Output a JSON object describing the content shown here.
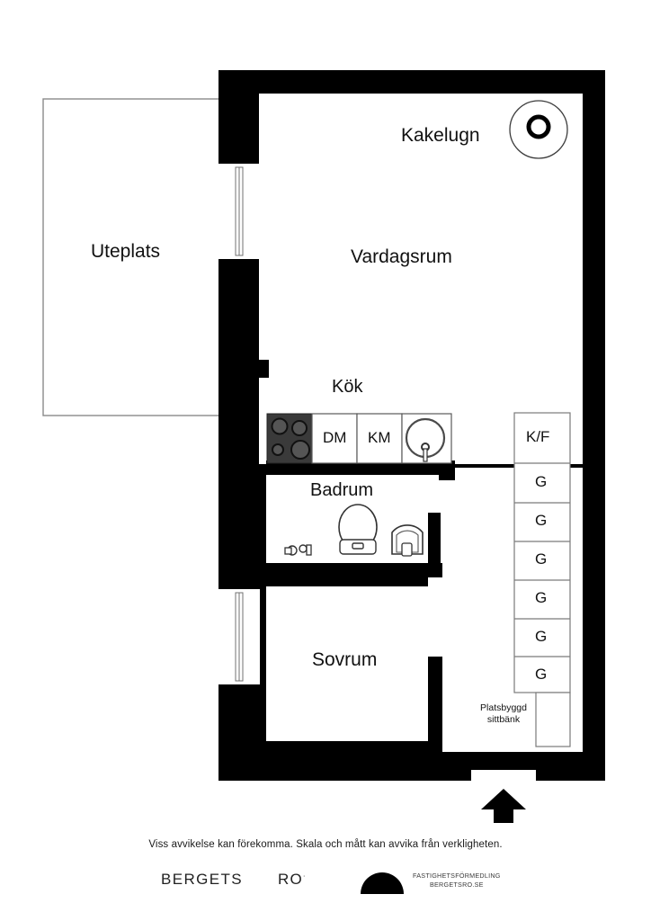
{
  "document": {
    "type": "floor-plan",
    "language": "sv"
  },
  "rooms": [
    {
      "id": "uteplats",
      "label": "Uteplats",
      "kind": "outdoor-patio"
    },
    {
      "id": "vardagsrum",
      "label": "Vardagsrum",
      "kind": "living-room"
    },
    {
      "id": "kok",
      "label": "Kök",
      "kind": "kitchen"
    },
    {
      "id": "badrum",
      "label": "Badrum",
      "kind": "bathroom"
    },
    {
      "id": "sovrum",
      "label": "Sovrum",
      "kind": "bedroom"
    }
  ],
  "features": {
    "kakelugn": {
      "label": "Kakelugn",
      "kind": "tiled-stove"
    },
    "sittbank": {
      "label": "Platsbyggd\nsittbänk",
      "line1": "Platsbyggd",
      "line2": "sittbänk",
      "kind": "built-in-bench"
    },
    "entrance": {
      "kind": "entrance-arrow"
    }
  },
  "kitchen_units": [
    {
      "label": "",
      "kind": "cooktop"
    },
    {
      "label": "DM",
      "kind": "dishwasher"
    },
    {
      "label": "KM",
      "kind": "washing-machine"
    },
    {
      "label": "",
      "kind": "sink"
    }
  ],
  "storage_column": {
    "cells": [
      {
        "label": "K/F",
        "kind": "fridge-freezer"
      },
      {
        "label": "G",
        "kind": "wardrobe"
      },
      {
        "label": "G",
        "kind": "wardrobe"
      },
      {
        "label": "G",
        "kind": "wardrobe"
      },
      {
        "label": "G",
        "kind": "wardrobe"
      },
      {
        "label": "G",
        "kind": "wardrobe"
      },
      {
        "label": "G",
        "kind": "wardrobe"
      }
    ]
  },
  "fixtures": [
    {
      "kind": "toilet"
    },
    {
      "kind": "washbasin"
    },
    {
      "kind": "floor-drain"
    }
  ],
  "windows": [
    {
      "kind": "window",
      "wall": "west",
      "position": "living-room"
    },
    {
      "kind": "window",
      "wall": "west",
      "position": "bedroom"
    }
  ],
  "footer": {
    "disclaimer": "Viss avvikelse kan förekomma. Skala och mått kan avvika från verkligheten.",
    "brand_bergets": "BERGETS",
    "brand_ro": "RO",
    "brand_ro_mark": "·",
    "logo_line1": "FASTIGHETSFÖRMEDLING",
    "logo_line2": "BERGETSRO.SE"
  },
  "colors": {
    "wall": "#000000",
    "paper": "#ffffff",
    "hairline": "#808080",
    "cooktop": "#3a3a3a",
    "text": "#111111"
  }
}
